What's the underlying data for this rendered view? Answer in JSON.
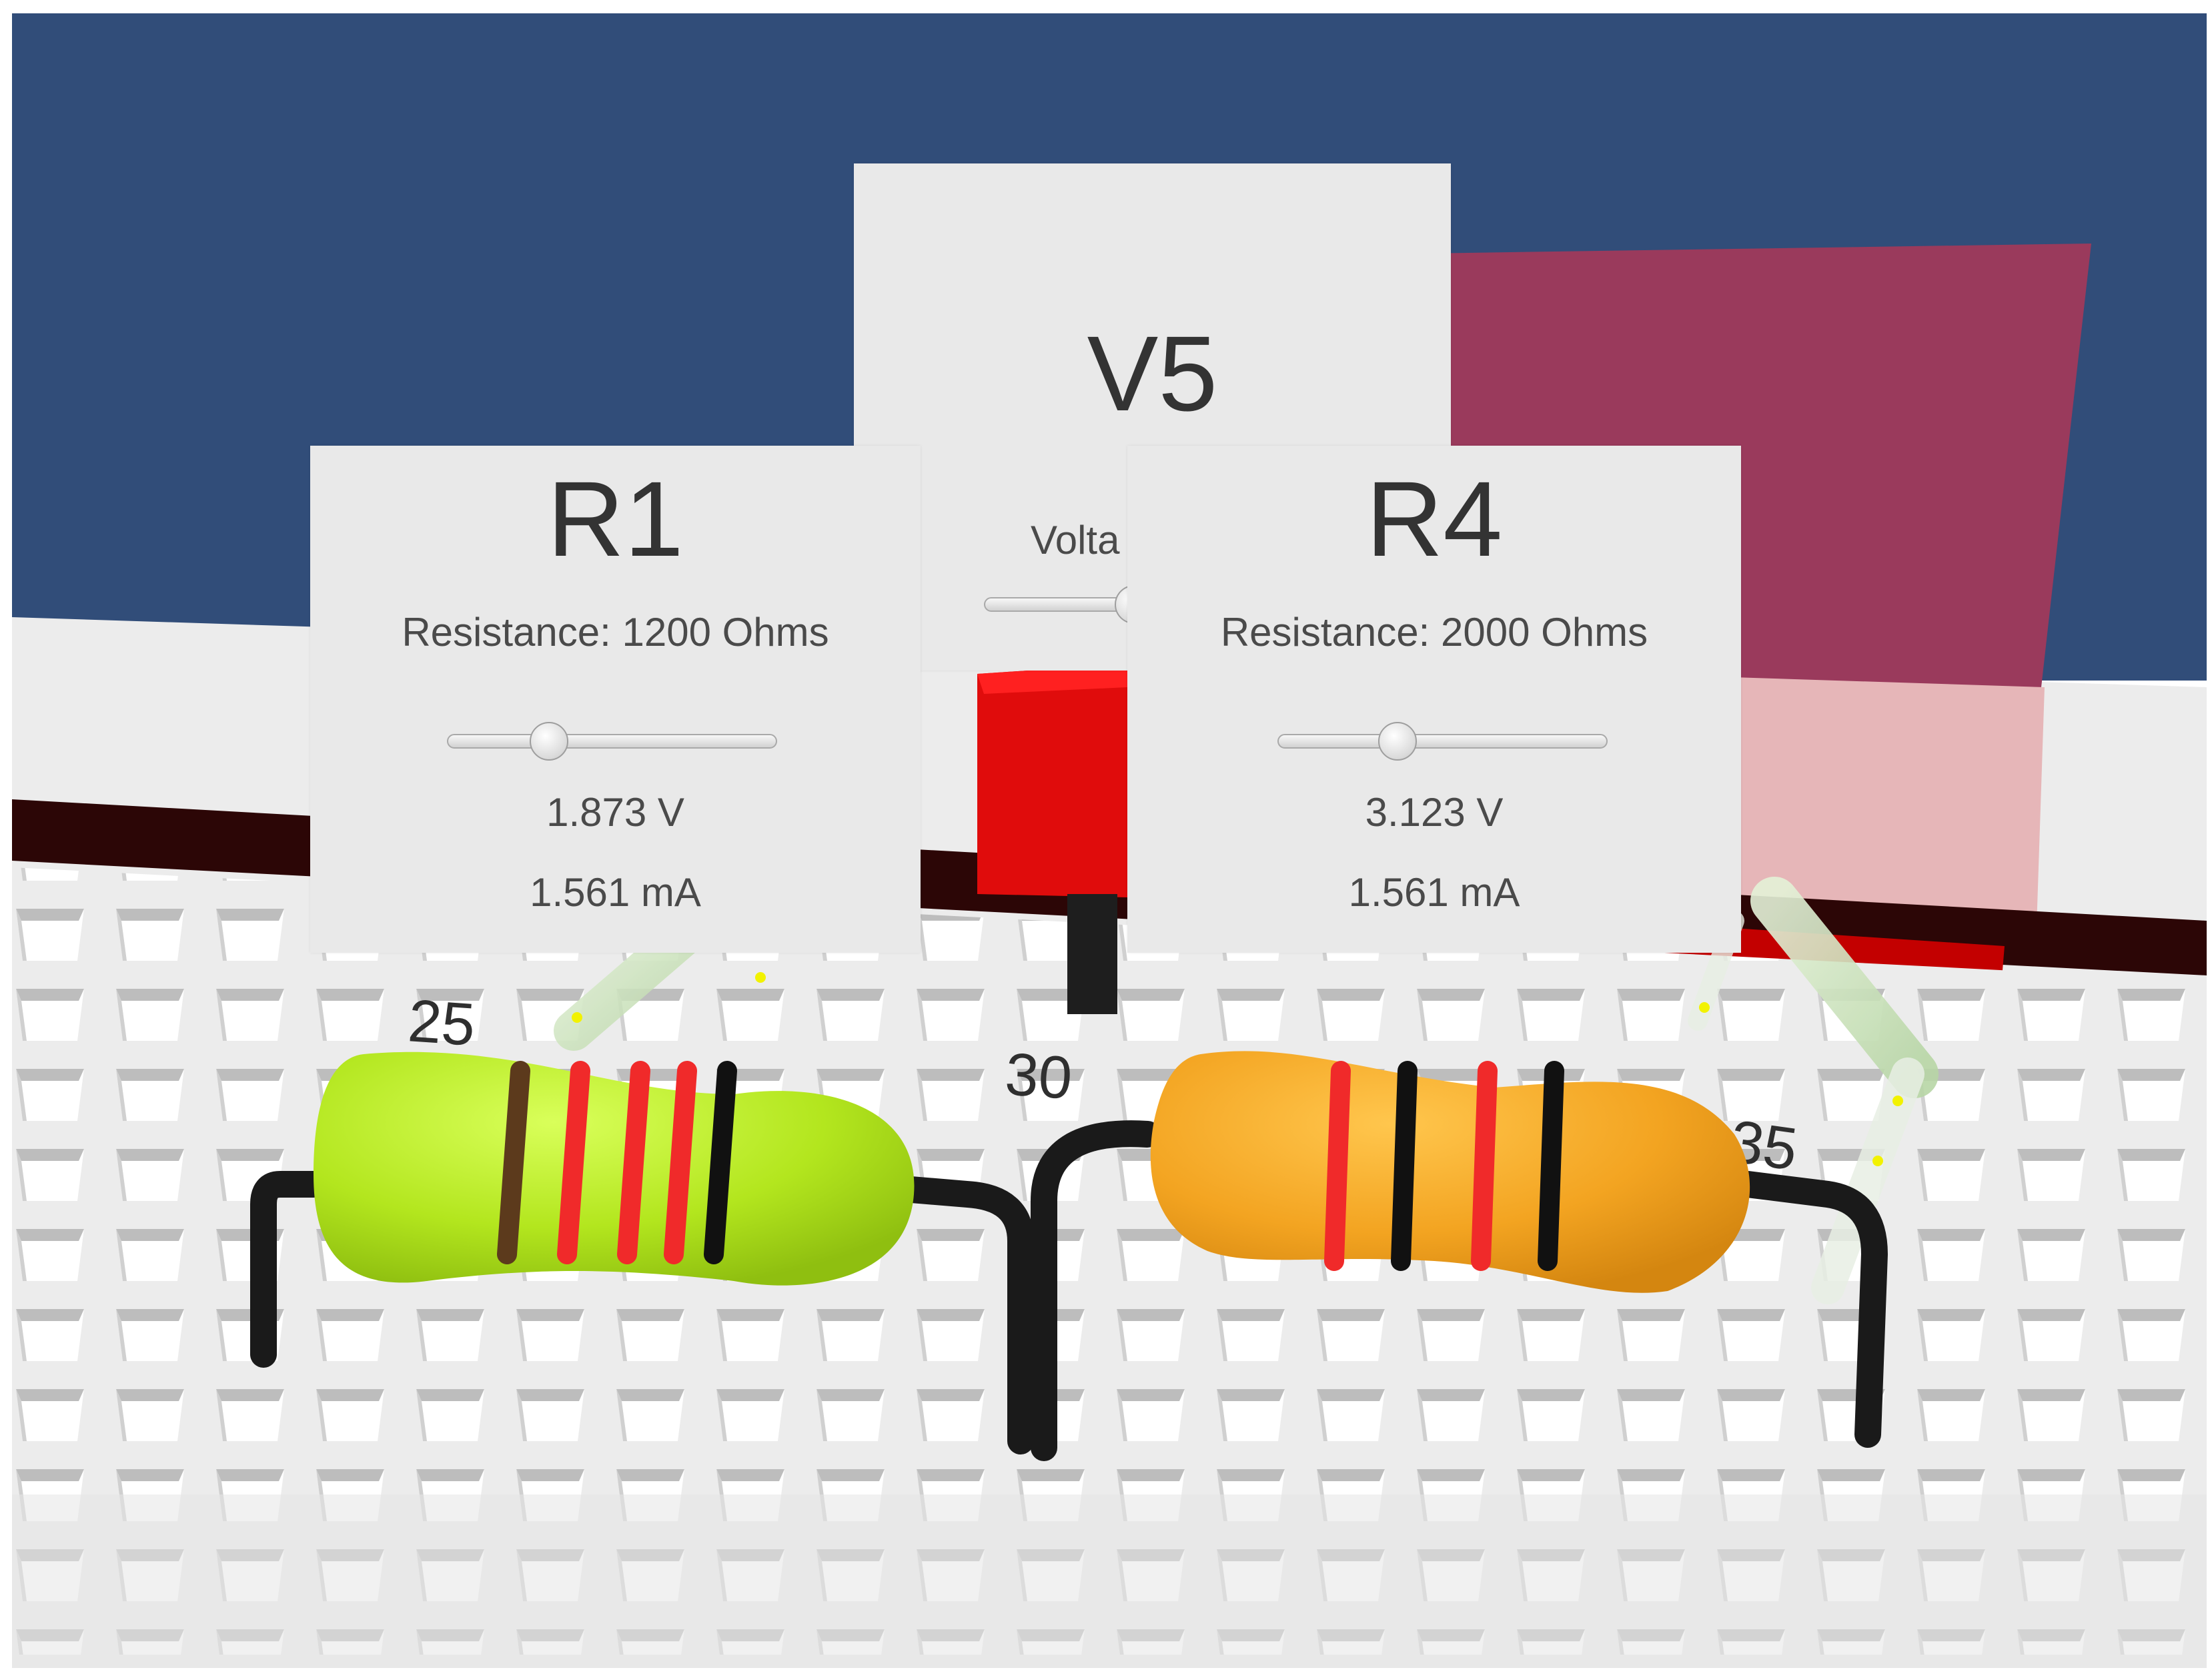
{
  "scene": {
    "colors": {
      "background_sky": "#314d79",
      "back_plane": "#9a3a5c",
      "back_plane_lower": "#e6b6b8",
      "breadboard": "#ececec",
      "rail_stripe": "#2c0606",
      "power_block": "#e00c0c"
    }
  },
  "breadboard": {
    "row_labels": [
      "25",
      "30",
      "35"
    ]
  },
  "panels": {
    "v5": {
      "title": "V5",
      "voltage_label": "Volta",
      "slider_value": 0.42
    },
    "r1": {
      "title": "R1",
      "resistance_label": "Resistance: 1200 Ohms",
      "slider_value": 0.28,
      "voltage": "1.873 V",
      "current": "1.561 mA"
    },
    "r4": {
      "title": "R4",
      "resistance_label": "Resistance: 2000 Ohms",
      "slider_value": 0.34,
      "voltage": "3.123 V",
      "current": "1.561 mA"
    }
  },
  "resistors": [
    {
      "id": "R1",
      "body_color": "#b3e61e",
      "bands": [
        "#5c3a1c",
        "#f02a2a",
        "#f02a2a",
        "#f02a2a",
        "#111111"
      ]
    },
    {
      "id": "R4",
      "body_color": "#f3a421",
      "bands": [
        "#f02a2a",
        "#111111",
        "#f02a2a",
        "#111111"
      ]
    }
  ]
}
